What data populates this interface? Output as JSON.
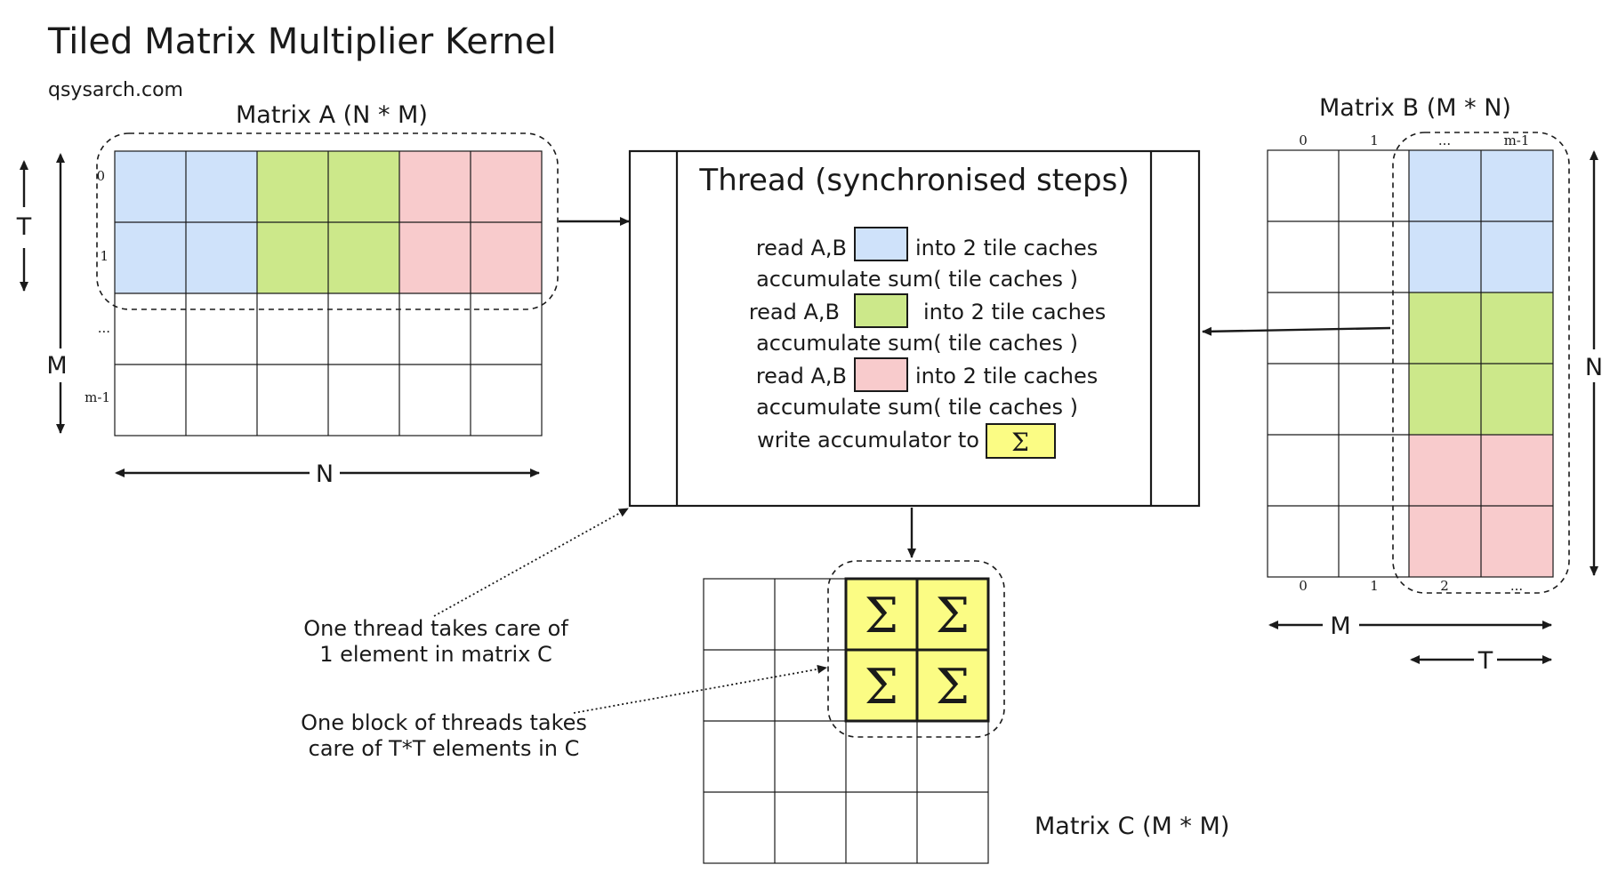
{
  "title": "Tiled Matrix Multiplier Kernel",
  "subtitle": "qsysarch.com",
  "colors": {
    "blue": "#cfe2fa",
    "green": "#cce88a",
    "pink": "#f8cbcc",
    "yellow": "#fbfc84",
    "stroke": "#1a1a1a"
  },
  "matrix_a": {
    "label": "Matrix A (N * M)",
    "row_labels": [
      "0",
      "1",
      "...",
      "m-1"
    ],
    "dim_t": "T",
    "dim_m": "M",
    "dim_n": "N"
  },
  "matrix_b": {
    "label": "Matrix B (M * N)",
    "top_labels": [
      "0",
      "1",
      "...",
      "m-1"
    ],
    "bottom_labels": [
      "0",
      "1",
      "2",
      "..."
    ],
    "dim_n": "N",
    "dim_m": "M",
    "dim_t": "T"
  },
  "matrix_c": {
    "label": "Matrix C (M * M)",
    "sigma": "Σ"
  },
  "thread": {
    "title": "Thread  (synchronised steps)",
    "read_prefix": "read A,B",
    "read_suffix": "into 2 tile caches",
    "accumulate": "accumulate sum( tile caches )",
    "write": "write accumulator to",
    "sigma": "Σ"
  },
  "notes": {
    "thread_line1": "One thread takes care of",
    "thread_line2": "1 element in matrix C",
    "block_line1": "One block of threads takes",
    "block_line2": "care of T*T elements in C"
  }
}
